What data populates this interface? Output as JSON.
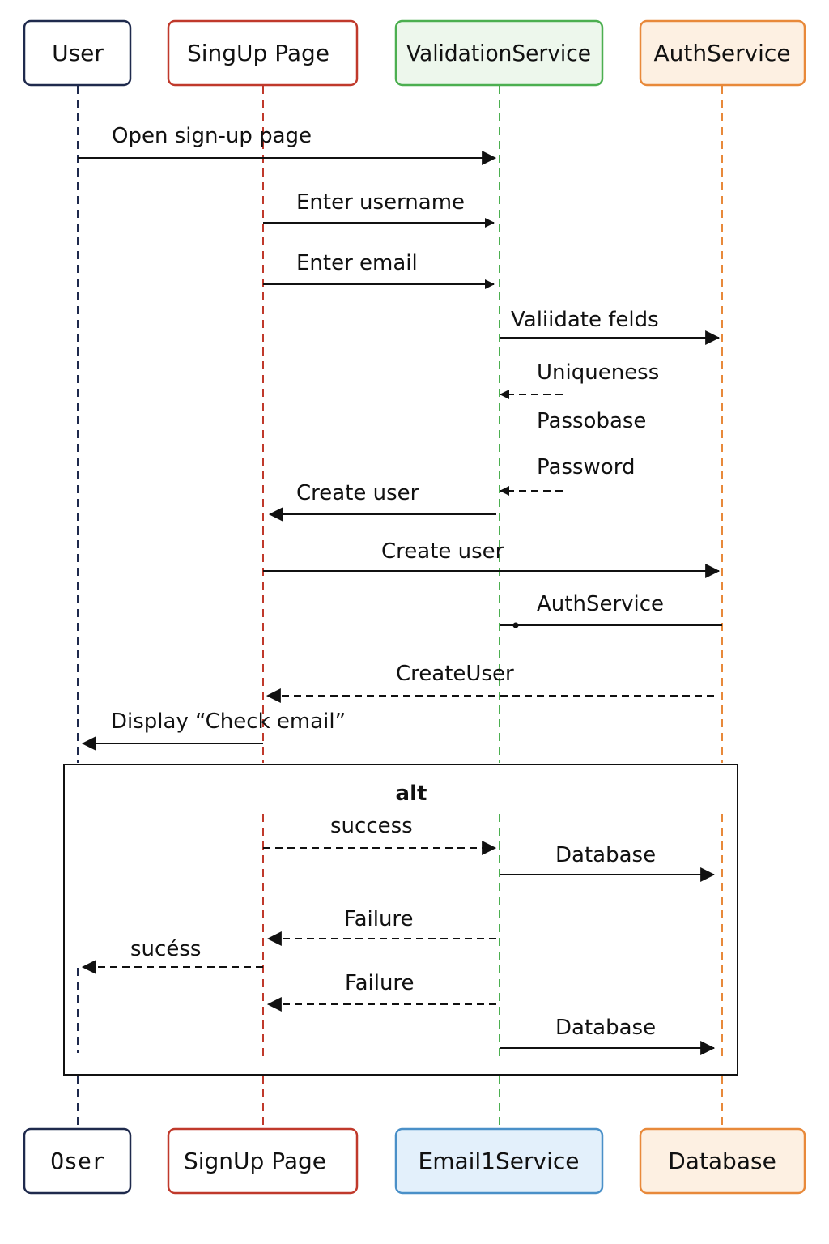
{
  "diagram": {
    "type": "sequence",
    "colors": {
      "user": "#1f2a4d",
      "signup": "#c0392b",
      "validation": "#4caf50",
      "auth": "#e8893a",
      "email_fill": "#e3f0fb",
      "email_stroke": "#4a90c8",
      "validation_fill": "#edf7ec",
      "auth_fill": "#fdf0e2",
      "text": "#111111"
    },
    "top_actors": [
      {
        "label": "User"
      },
      {
        "label": "SingUp Page"
      },
      {
        "label": "ValidationService"
      },
      {
        "label": "AuthService"
      }
    ],
    "bottom_actors": [
      {
        "label": "Oser"
      },
      {
        "label": "SignUp Page"
      },
      {
        "label": "Email1Service"
      },
      {
        "label": "Database"
      }
    ],
    "messages": [
      {
        "label": "Open sign-up page",
        "from": "User",
        "to": "ValidationService",
        "style": "solid"
      },
      {
        "label": "Enter username",
        "from": "SingUp Page",
        "to": "ValidationService",
        "style": "solid"
      },
      {
        "label": "Enter email",
        "from": "SingUp Page",
        "to": "ValidationService",
        "style": "solid"
      },
      {
        "label": "Valiidate felds",
        "from": "ValidationService",
        "to": "AuthService",
        "style": "solid"
      },
      {
        "label": "Uniqueness",
        "from": "AuthService",
        "to": "ValidationService",
        "style": "dashed"
      },
      {
        "label": "Passobase",
        "style": "note"
      },
      {
        "label": "Password",
        "from": "AuthService",
        "to": "ValidationService",
        "style": "dashed"
      },
      {
        "label": "Create user",
        "from": "ValidationService",
        "to": "SingUp Page",
        "style": "solid"
      },
      {
        "label": "Create user",
        "from": "SingUp Page",
        "to": "AuthService",
        "style": "solid"
      },
      {
        "label": "AuthService",
        "from": "AuthService",
        "to": "ValidationService",
        "style": "solid"
      },
      {
        "label": "CreateUser",
        "from": "AuthService",
        "to": "SingUp Page",
        "style": "dashed"
      },
      {
        "label": "Display “Check email”",
        "from": "SingUp Page",
        "to": "User",
        "style": "solid"
      }
    ],
    "alt_frame": {
      "label": "alt",
      "messages": [
        {
          "label": "success",
          "from": "SignUp Page",
          "to": "Email1Service",
          "style": "dashed"
        },
        {
          "label": "Database",
          "from": "Email1Service",
          "to": "Database",
          "style": "solid"
        },
        {
          "label": "Failure",
          "from": "Email1Service",
          "to": "SignUp Page",
          "style": "dashed"
        },
        {
          "label": "sucéss",
          "from": "SignUp Page",
          "to": "Oser",
          "style": "dashed"
        },
        {
          "label": "Failure",
          "from": "Email1Service",
          "to": "SignUp Page",
          "style": "dashed"
        },
        {
          "label": "Database",
          "from": "Email1Service",
          "to": "Database",
          "style": "solid"
        }
      ]
    }
  }
}
